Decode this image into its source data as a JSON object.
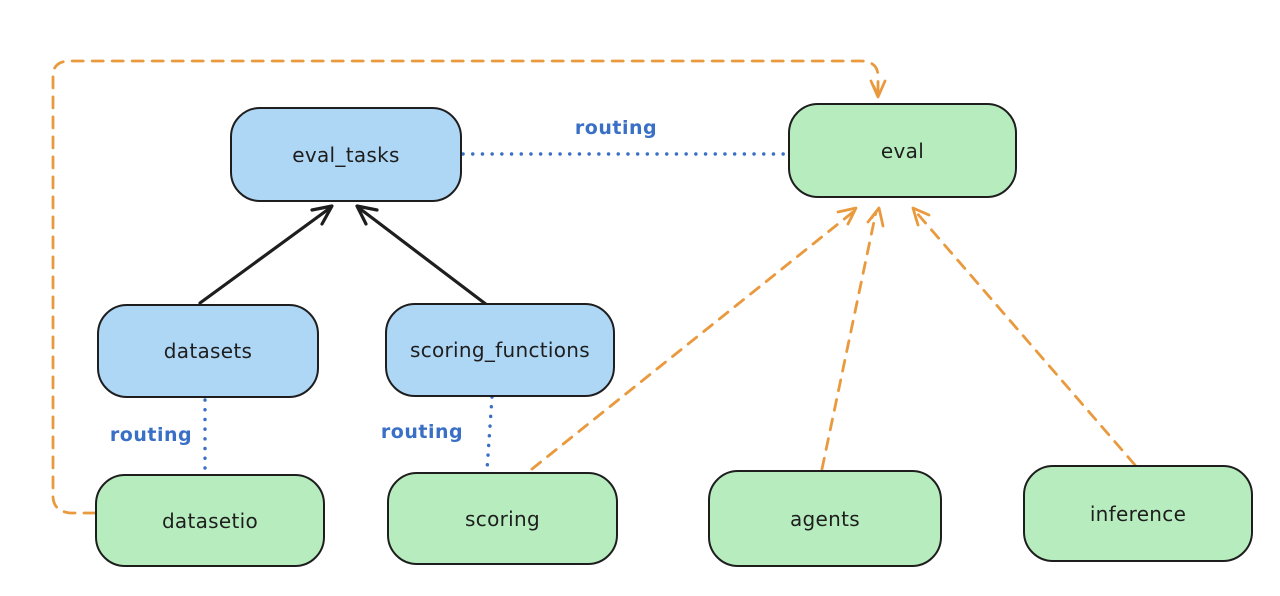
{
  "diagram": {
    "colors": {
      "node_stroke": "#1e1e1e",
      "blue_fill": "#aed6f5",
      "green_fill": "#b7edbe",
      "line_blue": "#3a6fc6",
      "line_orange": "#ea9a3e"
    },
    "nodes": [
      {
        "id": "eval_tasks",
        "label": "eval_tasks",
        "kind": "blue"
      },
      {
        "id": "eval",
        "label": "eval",
        "kind": "green"
      },
      {
        "id": "datasets",
        "label": "datasets",
        "kind": "blue"
      },
      {
        "id": "scoring_functions",
        "label": "scoring_functions",
        "kind": "blue"
      },
      {
        "id": "datasetio",
        "label": "datasetio",
        "kind": "green"
      },
      {
        "id": "scoring",
        "label": "scoring",
        "kind": "green"
      },
      {
        "id": "agents",
        "label": "agents",
        "kind": "green"
      },
      {
        "id": "inference",
        "label": "inference",
        "kind": "green"
      }
    ],
    "labels": {
      "routing_top": "routing",
      "routing_datasets": "routing",
      "routing_scoring": "routing"
    },
    "edges": [
      {
        "from": "datasets",
        "to": "eval_tasks",
        "style": "solid-arrow",
        "color": "black"
      },
      {
        "from": "scoring_functions",
        "to": "eval_tasks",
        "style": "solid-arrow",
        "color": "black"
      },
      {
        "from": "eval_tasks",
        "to": "eval",
        "style": "dotted-line",
        "color": "blue",
        "label": "routing"
      },
      {
        "from": "datasets",
        "to": "datasetio",
        "style": "dotted-line",
        "color": "blue",
        "label": "routing"
      },
      {
        "from": "scoring_functions",
        "to": "scoring",
        "style": "dotted-line",
        "color": "blue",
        "label": "routing"
      },
      {
        "from": "datasetio",
        "to": "eval",
        "style": "dashed-arrow",
        "color": "orange"
      },
      {
        "from": "scoring",
        "to": "eval",
        "style": "dashed-arrow",
        "color": "orange"
      },
      {
        "from": "agents",
        "to": "eval",
        "style": "dashed-arrow",
        "color": "orange"
      },
      {
        "from": "inference",
        "to": "eval",
        "style": "dashed-arrow",
        "color": "orange"
      }
    ]
  }
}
